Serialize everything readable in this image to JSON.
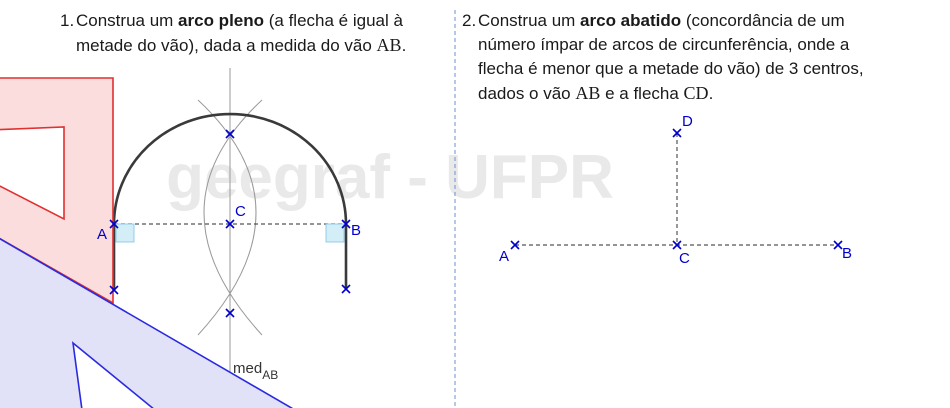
{
  "watermark": "geegraf - UFPR",
  "task1": {
    "number": "1.",
    "text_a": "Construa um ",
    "bold": "arco pleno",
    "text_b": " (a flecha é igual à",
    "line2_a": "metade do vão), dada a medida do vão ",
    "line2_math": "AB",
    "line2_b": "."
  },
  "task2": {
    "number": "2.",
    "text_a": "Construa um ",
    "bold": "arco abatido",
    "text_b": " (concordância de um",
    "line2": "número ímpar de arcos de circunferência, onde a",
    "line3": "flecha é menor que a metade do vão) de 3 centros,",
    "line4_a": "dados o vão ",
    "line4_m1": "AB",
    "line4_b": " e a flecha ",
    "line4_m2": "CD",
    "line4_c": "."
  },
  "fig1": {
    "label_a": "A",
    "label_b": "B",
    "label_c": "C",
    "mediatrix_label": "med",
    "mediatrix_sub": "AB"
  },
  "fig2": {
    "label_a": "A",
    "label_b": "B",
    "label_c": "C",
    "label_d": "D"
  },
  "colors": {
    "point": "#0000cc",
    "arc": "#3a3a3a",
    "construction": "#9a9a9a",
    "square_edge": "#e03030",
    "square_fill": "#fbd9d9",
    "triangle_edge": "#2a2ae0",
    "triangle_fill": "#dcdcf7",
    "right_angle_fill": "#d4eef8",
    "divider": "#6b8fd6"
  }
}
